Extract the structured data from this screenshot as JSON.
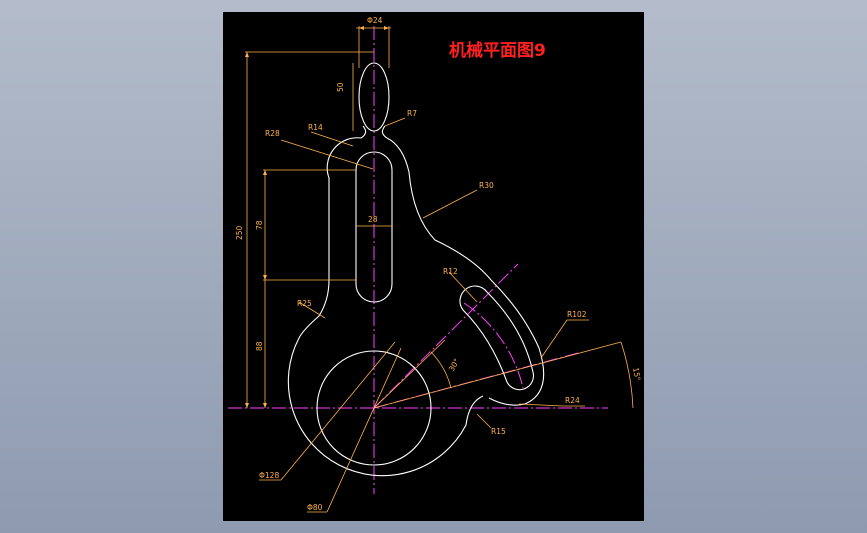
{
  "title": "机械平面图9",
  "colors": {
    "background": "#000000",
    "outline": "#ffffff",
    "centerline": "#ff40ff",
    "dimension": "#ffb24a",
    "title": "#ff2020"
  },
  "dimensions": {
    "phi24": "Φ24",
    "d50": "50",
    "r7": "R7",
    "r28": "R28",
    "r14": "R14",
    "r30": "R30",
    "d250": "250",
    "d78": "78",
    "d28": "28",
    "r12": "R12",
    "r25": "R25",
    "r102": "R102",
    "a30": "30°",
    "a15": "15°",
    "d88": "88",
    "r24": "R24",
    "r15": "R15",
    "phi128": "Φ128",
    "phi80": "Φ80"
  }
}
